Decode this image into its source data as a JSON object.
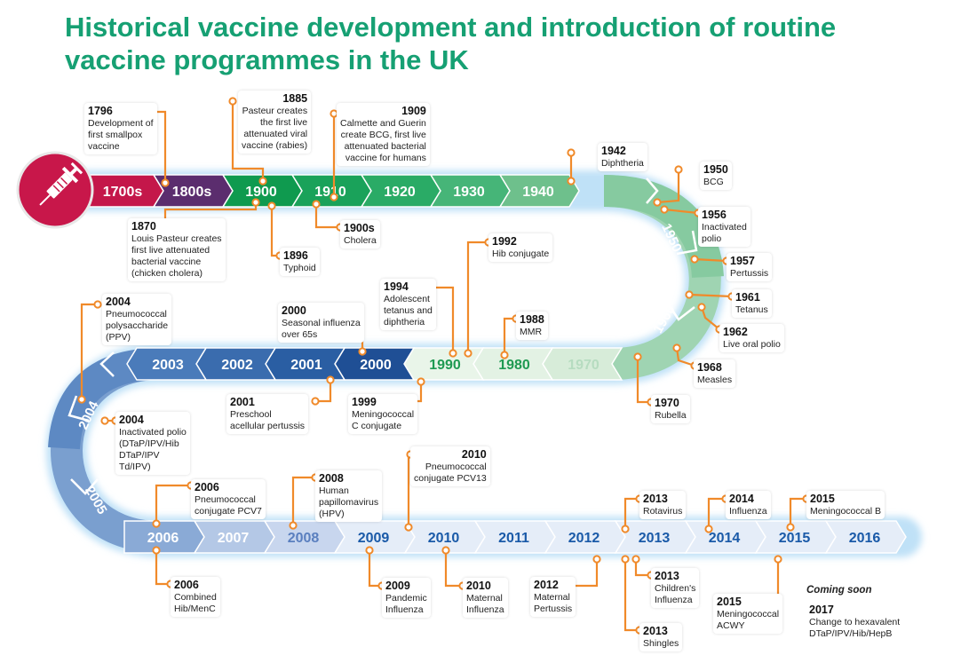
{
  "title_line1": "Historical vaccine development and introduction of routine",
  "title_line2": "vaccine programmes in the UK",
  "colors": {
    "title": "#16a073",
    "connector": "#f08a2a",
    "syringe_bulb": "#c8174a"
  },
  "icons": {
    "start": "syringe-icon"
  },
  "row1_segments": [
    {
      "label": "1700s",
      "color": "#c4174a"
    },
    {
      "label": "1800s",
      "color": "#5b2d6e"
    },
    {
      "label": "1900",
      "color": "#0f9a4f"
    },
    {
      "label": "1910",
      "color": "#1aa25a"
    },
    {
      "label": "1920",
      "color": "#2aab66"
    },
    {
      "label": "1930",
      "color": "#46b578"
    },
    {
      "label": "1940",
      "color": "#6ec08c"
    }
  ],
  "curve1_segments": [
    {
      "label": "1950",
      "color": "#86caa0"
    },
    {
      "label": "1960",
      "color": "#9fd4b2"
    }
  ],
  "row2_segments": [
    {
      "label": "1970",
      "color": "#d7ecd9"
    },
    {
      "label": "1980",
      "color": "#e3f2e4"
    },
    {
      "label": "1990",
      "color": "#e9f5e9"
    },
    {
      "label": "2000",
      "color": "#1f4f95"
    },
    {
      "label": "2001",
      "color": "#2a5ea3"
    },
    {
      "label": "2002",
      "color": "#3a6cae"
    },
    {
      "label": "2003",
      "color": "#4a7bba"
    }
  ],
  "curve2_segments": [
    {
      "label": "2004",
      "color": "#5d89c3"
    },
    {
      "label": "2005",
      "color": "#7a9fcf"
    }
  ],
  "row3_segments": [
    {
      "label": "2006",
      "color": "#8aaad6"
    },
    {
      "label": "2007",
      "color": "#b4c8e6"
    },
    {
      "label": "2008",
      "color": "#c8d6ee"
    },
    {
      "label": "2009",
      "color": "#e5edf8"
    },
    {
      "label": "2010",
      "color": "#e5edf8"
    },
    {
      "label": "2011",
      "color": "#e5edf8"
    },
    {
      "label": "2012",
      "color": "#e5edf8"
    },
    {
      "label": "2013",
      "color": "#e5edf8"
    },
    {
      "label": "2014",
      "color": "#e5edf8"
    },
    {
      "label": "2015",
      "color": "#e5edf8"
    },
    {
      "label": "2016",
      "color": "#e5edf8"
    }
  ],
  "events": [
    {
      "year": "1796",
      "text": [
        "Development of",
        "first smallpox",
        "vaccine"
      ]
    },
    {
      "year": "1885",
      "text": [
        "Pasteur creates",
        "the first live",
        "attenuated viral",
        "vaccine (rabies)"
      ]
    },
    {
      "year": "1909",
      "text": [
        "Calmette and Guerin",
        "create BCG, first live",
        "attenuated bacterial",
        "vaccine for humans"
      ]
    },
    {
      "year": "1942",
      "text": [
        "Diphtheria"
      ]
    },
    {
      "year": "1950",
      "text": [
        "BCG"
      ]
    },
    {
      "year": "1956",
      "text": [
        "Inactivated",
        "polio"
      ]
    },
    {
      "year": "1957",
      "text": [
        "Pertussis"
      ]
    },
    {
      "year": "1961",
      "text": [
        "Tetanus"
      ]
    },
    {
      "year": "1962",
      "text": [
        "Live oral polio"
      ]
    },
    {
      "year": "1968",
      "text": [
        "Measles"
      ]
    },
    {
      "year": "1970",
      "text": [
        "Rubella"
      ]
    },
    {
      "year": "1870",
      "text": [
        "Louis Pasteur creates",
        "first live attenuated",
        "bacterial vaccine",
        "(chicken cholera)"
      ]
    },
    {
      "year": "1896",
      "text": [
        "Typhoid"
      ]
    },
    {
      "year": "1900s",
      "text": [
        "Cholera"
      ]
    },
    {
      "year": "1992",
      "text": [
        "Hib conjugate"
      ]
    },
    {
      "year": "1994",
      "text": [
        "Adolescent",
        "tetanus and",
        "diphtheria"
      ]
    },
    {
      "year": "1988",
      "text": [
        "MMR"
      ]
    },
    {
      "year": "2000",
      "text": [
        "Seasonal influenza",
        "over 65s"
      ]
    },
    {
      "year": "2004",
      "text": [
        "Pneumococcal",
        "polysaccharide",
        "(PPV)"
      ]
    },
    {
      "year": "2001",
      "text": [
        "Preschool",
        "acellular pertussis"
      ]
    },
    {
      "year": "1999",
      "text": [
        "Meningococcal",
        "C conjugate"
      ]
    },
    {
      "year": "2004",
      "text": [
        "Inactivated polio",
        "(DTaP/IPV/Hib",
        "DTaP/IPV",
        "Td/IPV)"
      ]
    },
    {
      "year": "2010",
      "text": [
        "Pneumococcal",
        "conjugate PCV13"
      ]
    },
    {
      "year": "2006",
      "text": [
        "Pneumococcal",
        "conjugate PCV7"
      ]
    },
    {
      "year": "2008",
      "text": [
        "Human",
        "papillomavirus",
        "(HPV)"
      ]
    },
    {
      "year": "2013",
      "text": [
        "Rotavirus"
      ]
    },
    {
      "year": "2014",
      "text": [
        "Influenza"
      ]
    },
    {
      "year": "2015",
      "text": [
        "Meningococcal B"
      ]
    },
    {
      "year": "2006",
      "text": [
        "Combined",
        "Hib/MenC"
      ]
    },
    {
      "year": "2009",
      "text": [
        "Pandemic",
        "Influenza"
      ]
    },
    {
      "year": "2010",
      "text": [
        "Maternal",
        "Influenza"
      ]
    },
    {
      "year": "2012",
      "text": [
        "Maternal",
        "Pertussis"
      ]
    },
    {
      "year": "2013",
      "text": [
        "Children's",
        "Influenza"
      ]
    },
    {
      "year": "2013",
      "text": [
        "Shingles"
      ]
    },
    {
      "year": "2015",
      "text": [
        "Meningococcal",
        "ACWY"
      ]
    },
    {
      "year": "2017",
      "text": [
        "Change to hexavalent",
        "DTaP/IPV/Hib/HepB"
      ]
    }
  ],
  "coming_soon": "Coming soon"
}
